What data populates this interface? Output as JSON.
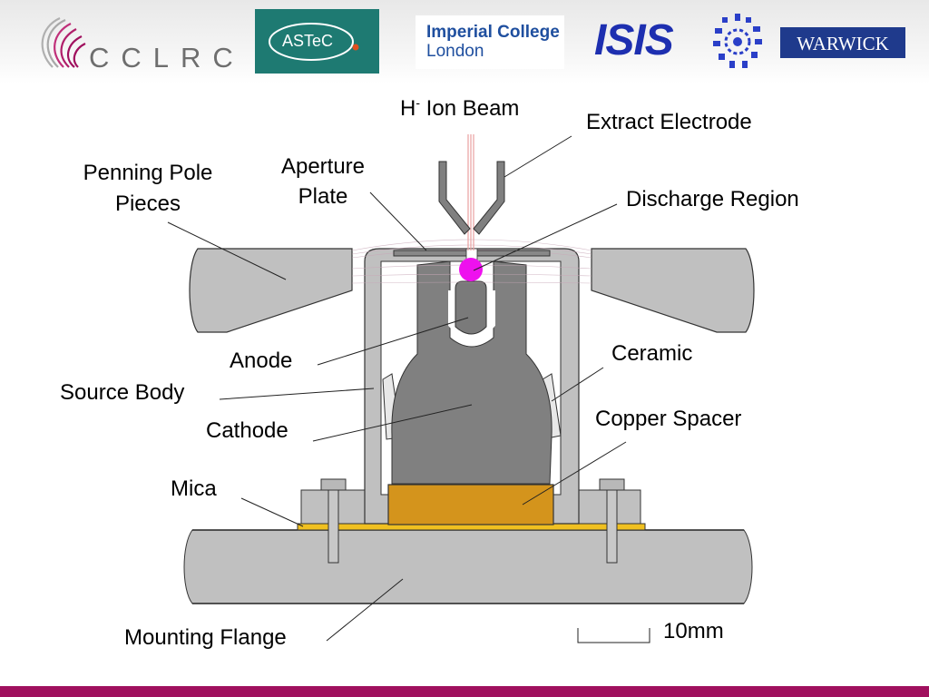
{
  "logos": {
    "cclrc": "CCLRC",
    "astec": "ASTeC",
    "imperial_line1": "Imperial College",
    "imperial_line2": "London",
    "isis": "ISIS",
    "warwick": "WARWICK"
  },
  "labels": {
    "beam_base": "H",
    "beam_sup": "-",
    "beam_rest": " Ion Beam",
    "extract_electrode": "Extract Electrode",
    "aperture_plate_1": "Aperture",
    "aperture_plate_2": "Plate",
    "penning_pole_1": "Penning Pole",
    "penning_pole_2": "Pieces",
    "discharge_region": "Discharge Region",
    "anode": "Anode",
    "ceramic": "Ceramic",
    "source_body": "Source Body",
    "cathode": "Cathode",
    "copper_spacer": "Copper Spacer",
    "mica": "Mica",
    "mounting_flange": "Mounting Flange",
    "scale": "10mm"
  },
  "colors": {
    "body_grey": "#c0c0c0",
    "cathode_grey": "#808080",
    "copper": "#d4941c",
    "mica": "#f0c020",
    "discharge": "#ee11ee",
    "beam": "#e8a0a0",
    "footer": "#a0105e"
  }
}
